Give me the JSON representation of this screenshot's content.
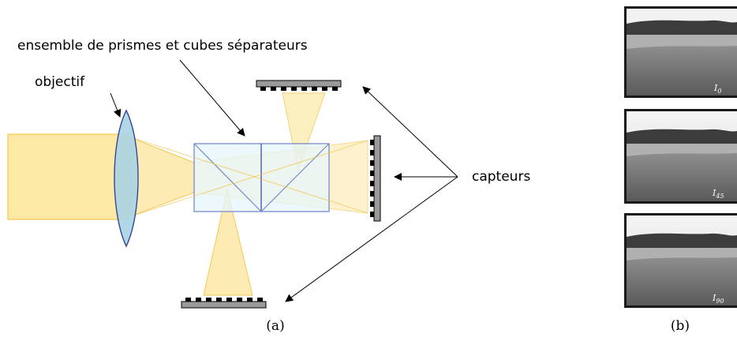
{
  "labels": {
    "prisms": "ensemble de prismes et cubes séparateurs",
    "objective": "objectif",
    "sensors": "capteurs"
  },
  "captions": {
    "a": "(a)",
    "b": "(b)"
  },
  "images": [
    {
      "name": "I",
      "sub": "0"
    },
    {
      "name": "I",
      "sub": "45"
    },
    {
      "name": "I",
      "sub": "90"
    }
  ],
  "colors": {
    "beam": "#fce9a6",
    "beam_edge": "#f2bf3a",
    "lens": "#a9d4e3",
    "lens_edge": "#35469a",
    "prism": "#e6f6fb",
    "prism_edge": "#6f82c4",
    "sensor": "#9a9a9a"
  }
}
